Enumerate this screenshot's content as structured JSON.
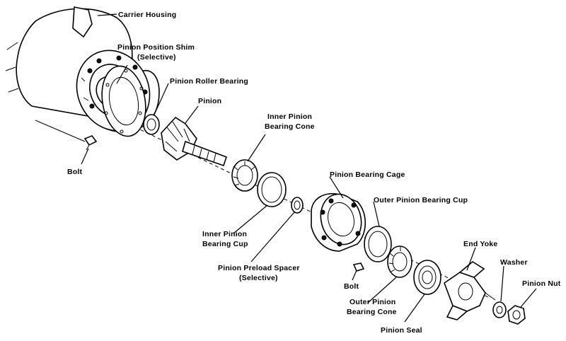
{
  "labels": {
    "carrier_housing": "Carrier Housing",
    "pinion_position_shim_1": "Pinion Position Shim",
    "pinion_position_shim_2": "(Selective)",
    "pinion_roller_bearing": "Pinion Roller Bearing",
    "pinion": "Pinion",
    "inner_pinion_bearing_cone_1": "Inner Pinion",
    "inner_pinion_bearing_cone_2": "Bearing Cone",
    "bolt_left": "Bolt",
    "pinion_bearing_cage": "Pinion Bearing Cage",
    "outer_pinion_bearing_cup": "Outer Pinion Bearing Cup",
    "inner_pinion_bearing_cup_1": "Inner Pinion",
    "inner_pinion_bearing_cup_2": "Bearing Cup",
    "pinion_preload_spacer_1": "Pinion Preload Spacer",
    "pinion_preload_spacer_2": "(Selective)",
    "end_yoke": "End Yoke",
    "washer": "Washer",
    "pinion_nut": "Pinion Nut",
    "bolt_right": "Bolt",
    "outer_pinion_bearing_cone_1": "Outer Pinion",
    "outer_pinion_bearing_cone_2": "Bearing Cone",
    "pinion_seal": "Pinion Seal"
  }
}
